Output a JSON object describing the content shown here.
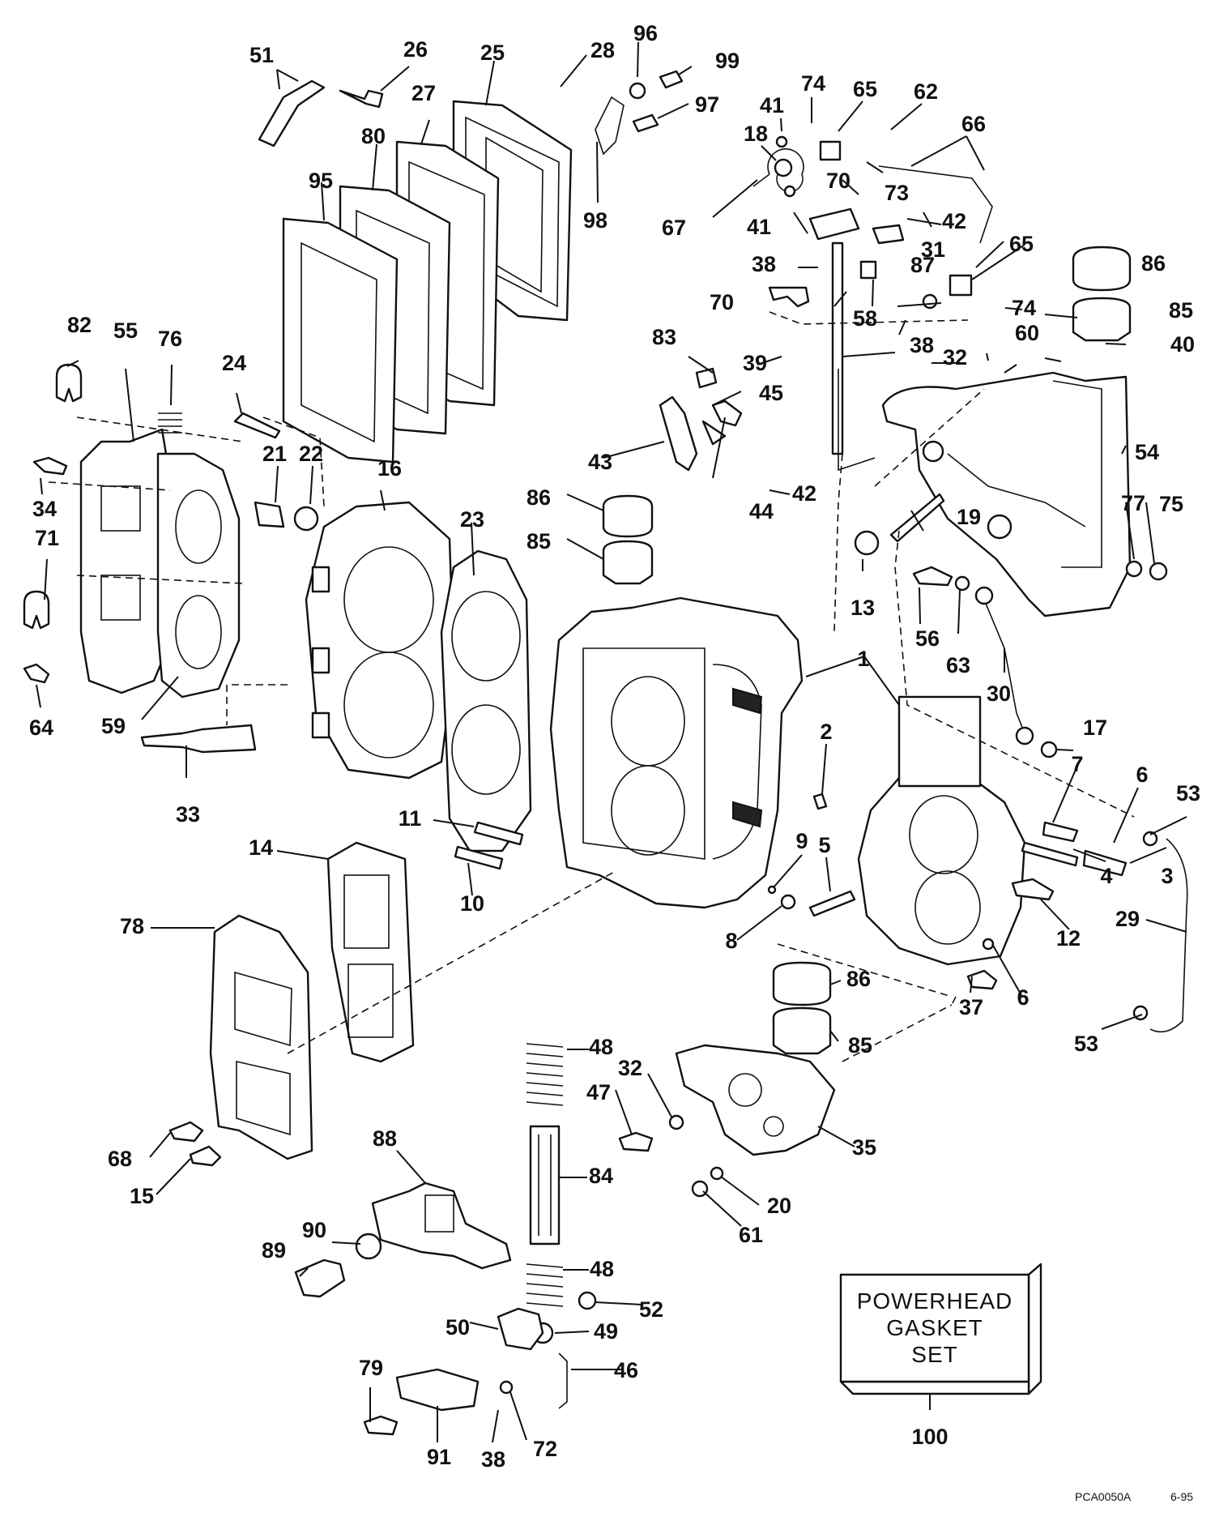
{
  "diagram": {
    "gasket_set_box": {
      "lines": [
        "POWERHEAD",
        "GASKET",
        "SET"
      ],
      "number": "100"
    },
    "figure_code": "PCA0050A",
    "figure_date": "6-95",
    "part_numbers": [
      "51",
      "26",
      "25",
      "28",
      "96",
      "99",
      "27",
      "97",
      "80",
      "95",
      "98",
      "74",
      "65",
      "62",
      "41",
      "66",
      "18",
      "70",
      "73",
      "67",
      "42",
      "41",
      "31",
      "65",
      "38",
      "86",
      "87",
      "70",
      "74",
      "85",
      "58",
      "38",
      "82",
      "55",
      "76",
      "83",
      "39",
      "60",
      "40",
      "32",
      "24",
      "45",
      "54",
      "21",
      "22",
      "16",
      "43",
      "44",
      "42",
      "77",
      "75",
      "34",
      "86",
      "19",
      "71",
      "23",
      "85",
      "13",
      "56",
      "63",
      "1",
      "30",
      "64",
      "59",
      "17",
      "2",
      "7",
      "6",
      "53",
      "33",
      "11",
      "3",
      "4",
      "14",
      "10",
      "9",
      "5",
      "12",
      "8",
      "29",
      "78",
      "86",
      "37",
      "6",
      "53",
      "85",
      "48",
      "32",
      "47",
      "35",
      "68",
      "15",
      "88",
      "84",
      "20",
      "61",
      "90",
      "89",
      "48",
      "52",
      "50",
      "49",
      "46",
      "79",
      "72",
      "91",
      "38"
    ]
  }
}
